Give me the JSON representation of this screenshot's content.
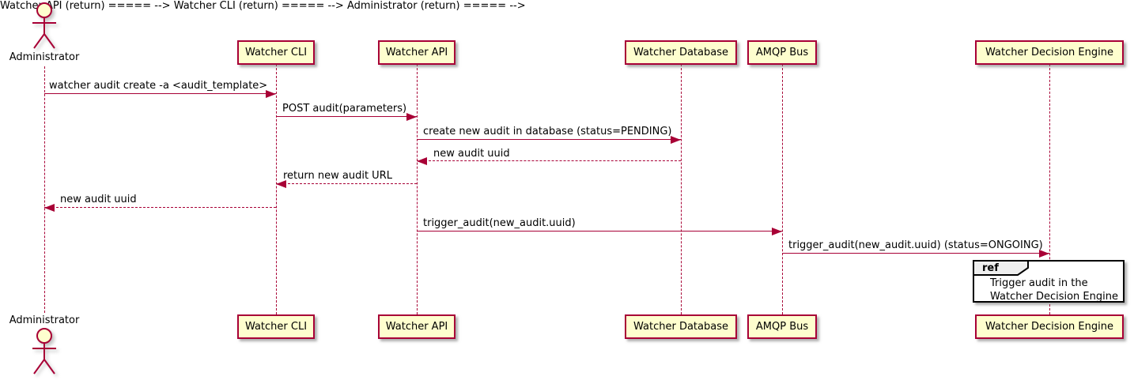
{
  "diagram": {
    "type": "sequence",
    "colors": {
      "participant_fill": "#FEFECE",
      "participant_border": "#A80036",
      "arrow_color": "#A80036",
      "lifeline_color": "#A80036",
      "ref_border": "#000000",
      "ref_header_fill": "#EEEEEE",
      "text_color": "#000000"
    },
    "actor": {
      "label": "Administrator"
    },
    "participants": [
      {
        "label": "Watcher CLI"
      },
      {
        "label": "Watcher API"
      },
      {
        "label": "Watcher Database"
      },
      {
        "label": "AMQP Bus"
      },
      {
        "label": "Watcher Decision Engine"
      }
    ],
    "messages": [
      {
        "label": "watcher audit create -a <audit_template>",
        "from": "Administrator",
        "to": "Watcher CLI",
        "style": "solid"
      },
      {
        "label": "POST audit(parameters)",
        "from": "Watcher CLI",
        "to": "Watcher API",
        "style": "solid"
      },
      {
        "label": "create new audit in database (status=PENDING)",
        "from": "Watcher API",
        "to": "Watcher Database",
        "style": "solid"
      },
      {
        "label": "new audit uuid",
        "from": "Watcher Database",
        "to": "Watcher API",
        "style": "dashed"
      },
      {
        "label": "return new audit URL",
        "from": "Watcher API",
        "to": "Watcher CLI",
        "style": "dashed"
      },
      {
        "label": "new audit uuid",
        "from": "Watcher CLI",
        "to": "Administrator",
        "style": "dashed"
      },
      {
        "label": "trigger_audit(new_audit.uuid)",
        "from": "Watcher API",
        "to": "AMQP Bus",
        "style": "solid"
      },
      {
        "label": "trigger_audit(new_audit.uuid) (status=ONGOING)",
        "from": "AMQP Bus",
        "to": "Watcher Decision Engine",
        "style": "solid"
      }
    ],
    "ref": {
      "keyword": "ref",
      "over": "Watcher Decision Engine",
      "lines": [
        "Trigger audit in the",
        "Watcher Decision Engine"
      ]
    }
  }
}
